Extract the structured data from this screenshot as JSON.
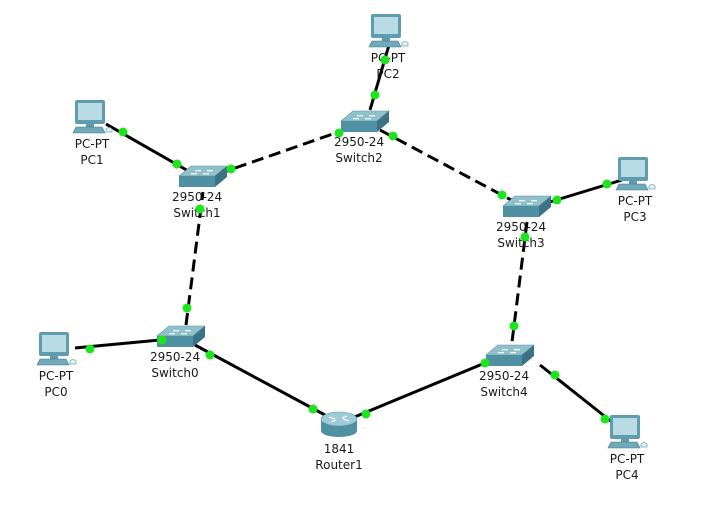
{
  "diagram": {
    "colors": {
      "link": "#000000",
      "port_up": "#1be51b",
      "switch_top": "#8fc0cc",
      "switch_front": "#4f91a3",
      "switch_side": "#3b7384",
      "pc_screen": "#b9dbe6",
      "pc_frame": "#5e9cae",
      "router_top": "#9ccbd6",
      "router_body": "#4f91a3"
    },
    "devices": [
      {
        "id": "PC0",
        "type": "pc",
        "model": "PC-PT",
        "name": "PC0"
      },
      {
        "id": "PC1",
        "type": "pc",
        "model": "PC-PT",
        "name": "PC1"
      },
      {
        "id": "PC2",
        "type": "pc",
        "model": "PC-PT",
        "name": "PC2"
      },
      {
        "id": "PC3",
        "type": "pc",
        "model": "PC-PT",
        "name": "PC3"
      },
      {
        "id": "PC4",
        "type": "pc",
        "model": "PC-PT",
        "name": "PC4"
      },
      {
        "id": "Switch0",
        "type": "switch",
        "model": "2950-24",
        "name": "Switch0"
      },
      {
        "id": "Switch1",
        "type": "switch",
        "model": "2950-24",
        "name": "Switch1"
      },
      {
        "id": "Switch2",
        "type": "switch",
        "model": "2950-24",
        "name": "Switch2"
      },
      {
        "id": "Switch3",
        "type": "switch",
        "model": "2950-24",
        "name": "Switch3"
      },
      {
        "id": "Switch4",
        "type": "switch",
        "model": "2950-24",
        "name": "Switch4"
      },
      {
        "id": "Router1",
        "type": "router",
        "model": "1841",
        "name": "Router1"
      }
    ],
    "links": [
      {
        "from": "PC0",
        "to": "Switch0",
        "style": "straight-through"
      },
      {
        "from": "PC1",
        "to": "Switch1",
        "style": "straight-through"
      },
      {
        "from": "PC2",
        "to": "Switch2",
        "style": "straight-through"
      },
      {
        "from": "PC3",
        "to": "Switch3",
        "style": "straight-through"
      },
      {
        "from": "PC4",
        "to": "Switch4",
        "style": "straight-through"
      },
      {
        "from": "Switch0",
        "to": "Switch1",
        "style": "crossover"
      },
      {
        "from": "Switch1",
        "to": "Switch2",
        "style": "crossover"
      },
      {
        "from": "Switch2",
        "to": "Switch3",
        "style": "crossover"
      },
      {
        "from": "Switch3",
        "to": "Switch4",
        "style": "crossover"
      },
      {
        "from": "Switch0",
        "to": "Router1",
        "style": "straight-through"
      },
      {
        "from": "Router1",
        "to": "Switch4",
        "style": "straight-through"
      }
    ]
  }
}
